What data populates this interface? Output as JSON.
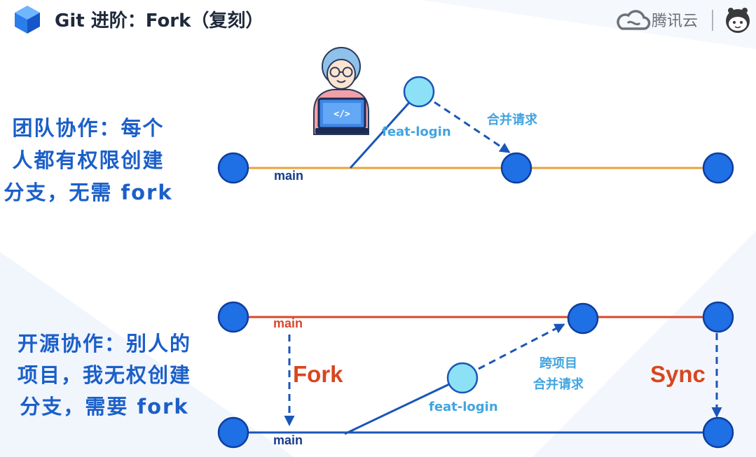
{
  "header": {
    "title": "Git 进阶：Fork（复刻）",
    "logo_icon": "cube-icon",
    "brand_icon": "cloud-icon",
    "brand": "腾讯云",
    "mascot_icon": "mascot-icon"
  },
  "team": {
    "description": [
      "团队协作：每个",
      "人都有权限创建",
      "分支，无需 fork"
    ],
    "avatar_icon": "developer-avatar-icon",
    "screen_text": "</>",
    "main_label": "main",
    "branch_label": "feat-login",
    "merge_label": "合并请求"
  },
  "open_source": {
    "description": [
      "开源协作：别人的",
      "项目，我无权创建",
      "分支，需要 fork"
    ],
    "upstream_label": "main",
    "fork_label": "Fork",
    "fork_main_label": "main",
    "branch_label": "feat-login",
    "merge_label": [
      "跨项目",
      "合并请求"
    ],
    "sync_label": "Sync"
  },
  "colors": {
    "node_fill": "#1f6fe5",
    "node_stroke": "#0e3e9e",
    "branch_node_fill": "#8de1f6",
    "team_main_line": "#e8a43b",
    "upstream_line": "#d9482b",
    "fork_line": "#1a56b8",
    "accent_text": "#d9461f",
    "description_text": "#1b5fc9",
    "light_label": "#41a4e0"
  }
}
